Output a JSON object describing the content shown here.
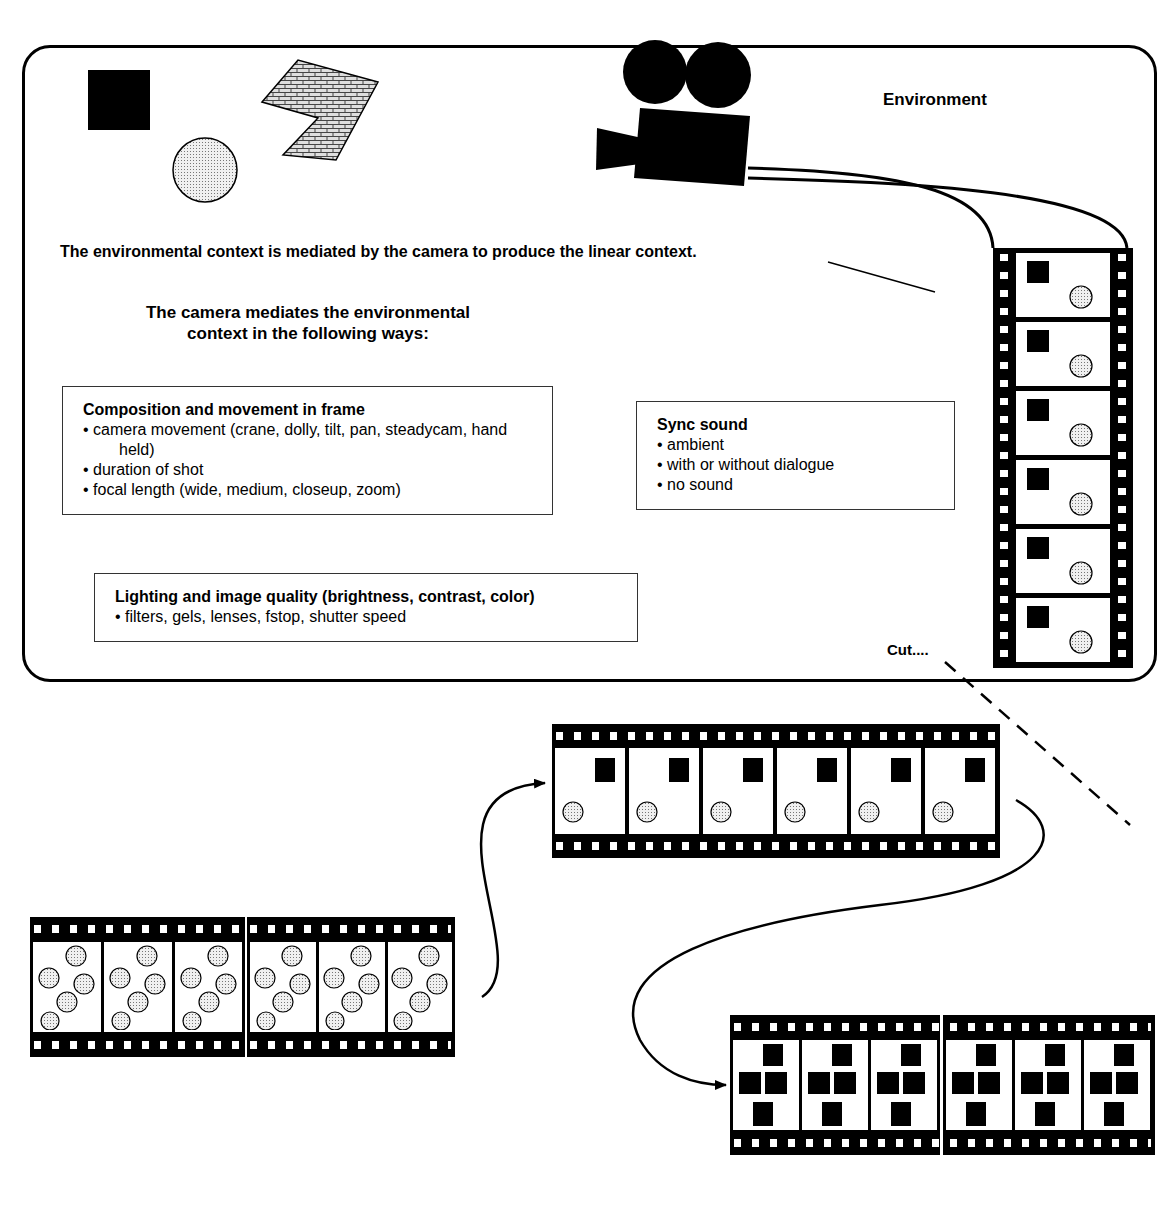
{
  "diagram": {
    "nodes": [
      {
        "text": [
          "Environment",
          "The environmental context is mediated by the camera to produce the linear context.",
          "The camera mediates the environmental context in the following ways:"
        ]
      },
      {
        "text": [
          "Composition and movement in frame",
          "• camera movement (crane, dolly, tilt, pan, steadycam, hand held)",
          "• duration of shot",
          "• focal length (wide, medium, closeup, zoom)"
        ],
        "in": 0
      },
      {
        "text": [
          "Sync sound",
          "• ambient",
          "• with or without dialogue",
          "• no sound"
        ],
        "in": 0
      },
      {
        "text": [
          "Lighting and image quality (brightness, contrast, color)",
          "• filters, gels, lenses, fstop, shutter speed"
        ],
        "in": 0
      }
    ],
    "labels": [
      "Cut...."
    ]
  }
}
